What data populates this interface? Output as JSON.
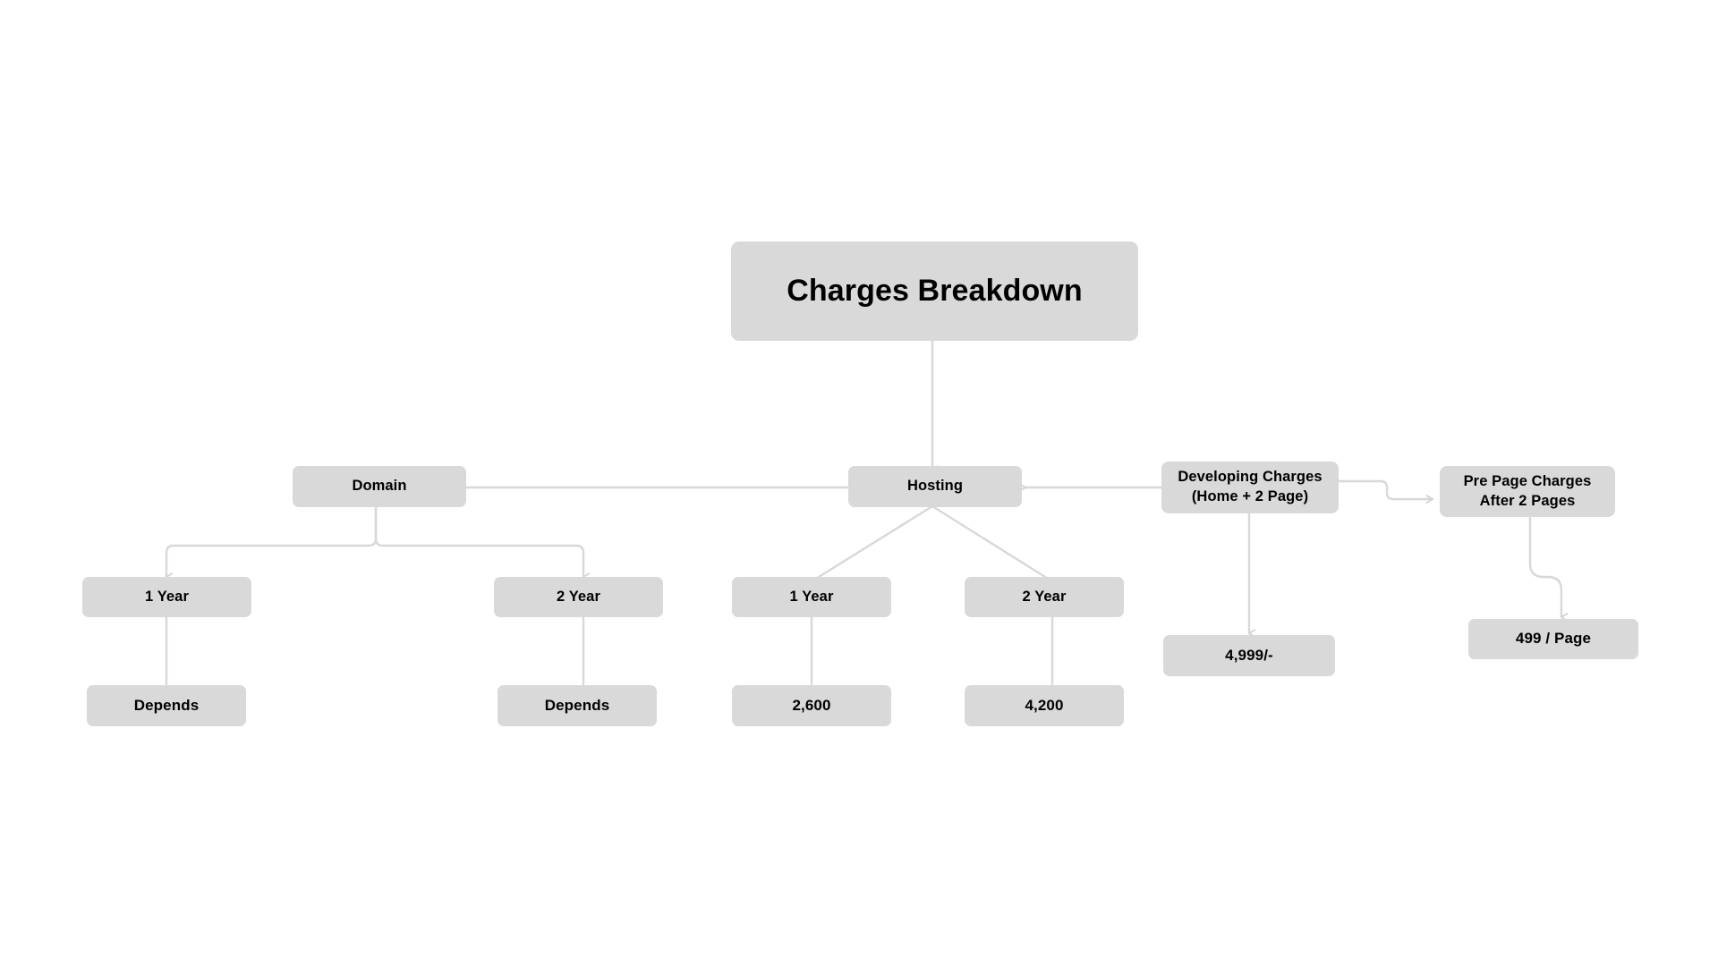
{
  "diagram": {
    "type": "flowchart",
    "title": "Charges Breakdown",
    "background_color": "#ffffff",
    "node_fill_color": "#d9d9d9",
    "edge_color": "#d8d8d8",
    "text_color": "#000000",
    "nodes": {
      "root": {
        "label": "Charges Breakdown"
      },
      "domain": {
        "label": "Domain"
      },
      "hosting": {
        "label": "Hosting"
      },
      "developing_charges": {
        "label": "Developing Charges\n(Home + 2 Page)"
      },
      "pre_page_charges": {
        "label": "Pre Page Charges\nAfter 2 Pages"
      },
      "domain_1_year": {
        "label": "1 Year"
      },
      "domain_2_year": {
        "label": "2 Year"
      },
      "hosting_1_year": {
        "label": "1 Year"
      },
      "hosting_2_year": {
        "label": "2 Year"
      },
      "domain_1_year_price": {
        "label": "Depends"
      },
      "domain_2_year_price": {
        "label": "Depends"
      },
      "hosting_1_year_price": {
        "label": "2,600"
      },
      "hosting_2_year_price": {
        "label": "4,200"
      },
      "developing_price": {
        "label": "4,999/-"
      },
      "pre_page_price": {
        "label": "499 / Page"
      }
    },
    "edges": [
      {
        "from": "root",
        "to": "hosting",
        "style": "straight",
        "arrow": true
      },
      {
        "from": "hosting",
        "to": "domain",
        "style": "straight",
        "arrow": true
      },
      {
        "from": "developing_charges",
        "to": "hosting",
        "style": "straight",
        "arrow": true
      },
      {
        "from": "developing_charges",
        "to": "pre_page_charges",
        "style": "step",
        "arrow": true
      },
      {
        "from": "domain",
        "to": "domain_1_year",
        "style": "elbow",
        "arrow": true
      },
      {
        "from": "domain",
        "to": "domain_2_year",
        "style": "elbow",
        "arrow": true
      },
      {
        "from": "hosting",
        "to": "hosting_1_year",
        "style": "diagonal",
        "arrow": false
      },
      {
        "from": "hosting",
        "to": "hosting_2_year",
        "style": "diagonal",
        "arrow": false
      },
      {
        "from": "domain_1_year",
        "to": "domain_1_year_price",
        "style": "straight",
        "arrow": false
      },
      {
        "from": "domain_2_year",
        "to": "domain_2_year_price",
        "style": "straight",
        "arrow": false
      },
      {
        "from": "hosting_1_year",
        "to": "hosting_1_year_price",
        "style": "straight",
        "arrow": false
      },
      {
        "from": "hosting_2_year",
        "to": "hosting_2_year_price",
        "style": "straight",
        "arrow": false
      },
      {
        "from": "developing_charges",
        "to": "developing_price",
        "style": "straight",
        "arrow": true
      },
      {
        "from": "pre_page_charges",
        "to": "pre_page_price",
        "style": "s-curve",
        "arrow": true
      }
    ]
  }
}
